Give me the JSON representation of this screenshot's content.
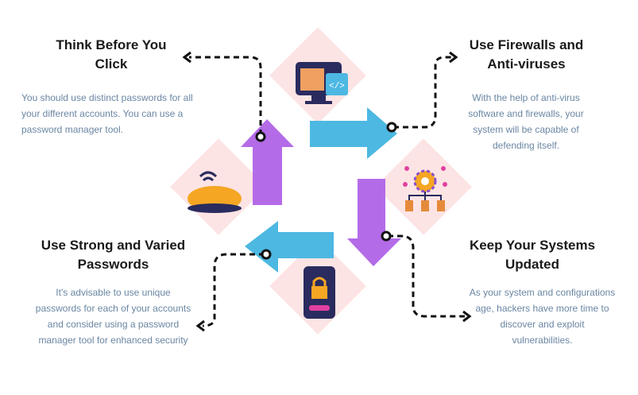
{
  "sections": [
    {
      "title": "Think Before You Click",
      "description": "You should use distinct passwords for all your different accounts. You can use a password manager tool.",
      "icon": "computer-code-icon"
    },
    {
      "title": "Use Firewalls and Anti-viruses",
      "description": "With the help of anti-virus software and firewalls, your system will be capable of defending itself.",
      "icon": "gear-network-icon"
    },
    {
      "title": "Use Strong and Varied Passwords",
      "description": "It's advisable to use unique passwords for each of your accounts and consider using a password manager tool for enhanced security",
      "icon": "phone-lock-icon"
    },
    {
      "title": "Keep Your Systems Updated",
      "description": "As your system and configurations age, hackers have more time to discover and exploit vulnerabilities.",
      "icon": "wifi-mouse-icon"
    }
  ],
  "colors": {
    "purple": "#b46be8",
    "blue": "#4db8e2",
    "diamond": "#fde4e4",
    "text": "#6a86a3"
  }
}
